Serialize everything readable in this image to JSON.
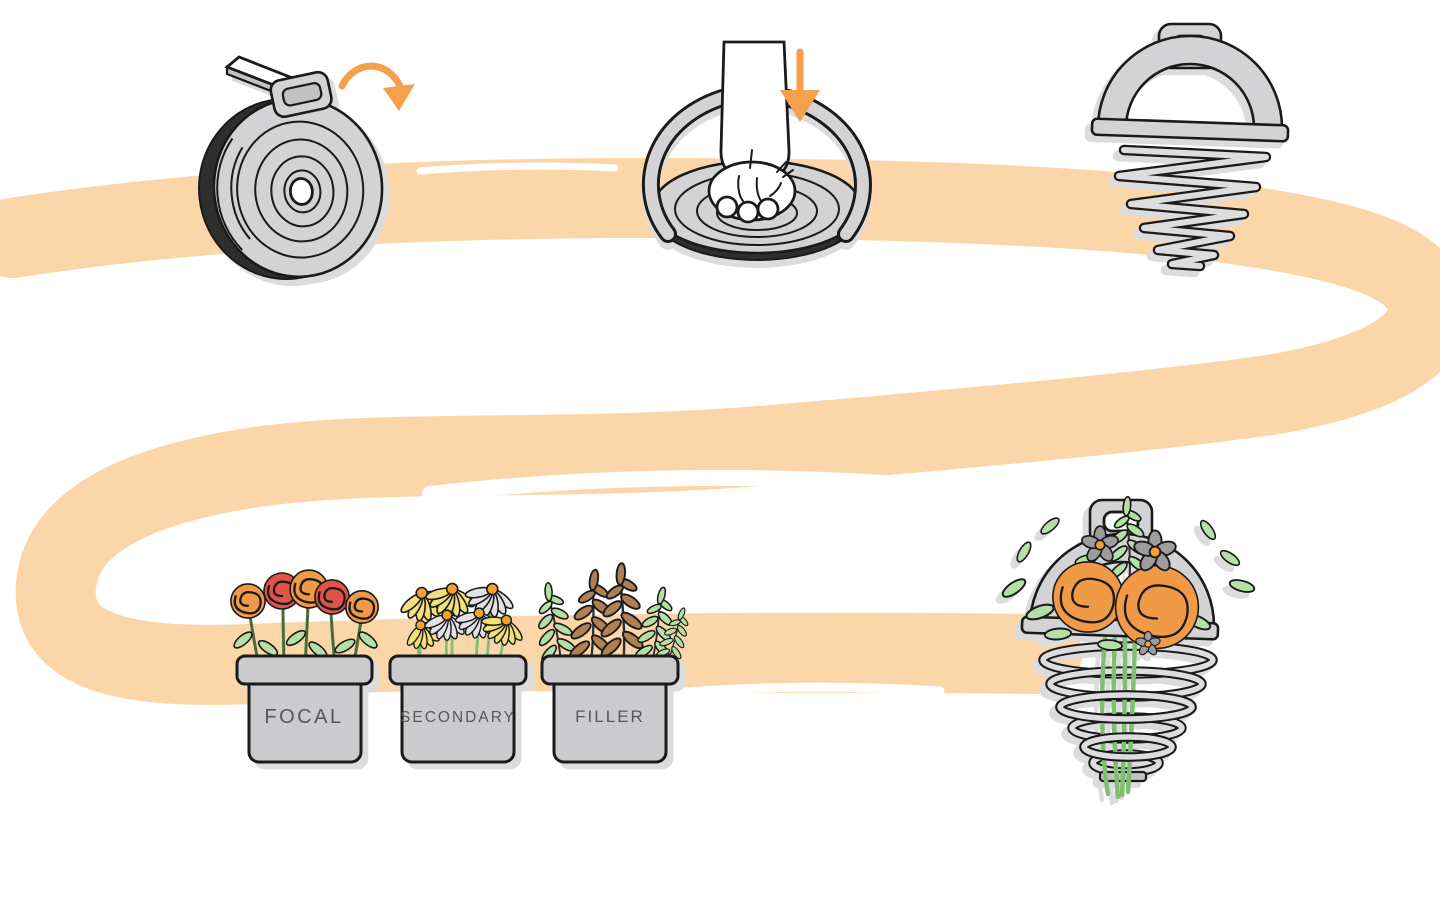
{
  "buckets": [
    {
      "label": "FOCAL"
    },
    {
      "label": "SECONDARY"
    },
    {
      "label": "FILLER"
    }
  ],
  "icons": {
    "rotate_arrow": "clockwise curved arrow",
    "press_down_arrow": "downward arrow"
  },
  "colors": {
    "path_orange": "#FBD6A8",
    "arrow_orange": "#F5A04D",
    "outline": "#1A1A1A",
    "tool_gray": "#D3D3D5",
    "tool_gray2": "#C2C2C4",
    "tool_gray_dark": "#2E2E2E",
    "spring_gray": "#DDDDDF",
    "shadow_gray": "#DCDCDC",
    "bucket_gray": "#CBCBCD",
    "label_gray": "#56575B",
    "rose_orange": "#F09A48",
    "rose_red": "#E05348",
    "daisy_yellow": "#F2E07A",
    "daisy_gray": "#E2E2E2",
    "daisy_center": "#F0A232",
    "leaf_green": "#B5E0A5",
    "stem_green": "#7FBF72",
    "stem_dark": "#4A6B3A",
    "foliage_brown": "#AD8152",
    "flower_gray": "#9D9D9F"
  }
}
